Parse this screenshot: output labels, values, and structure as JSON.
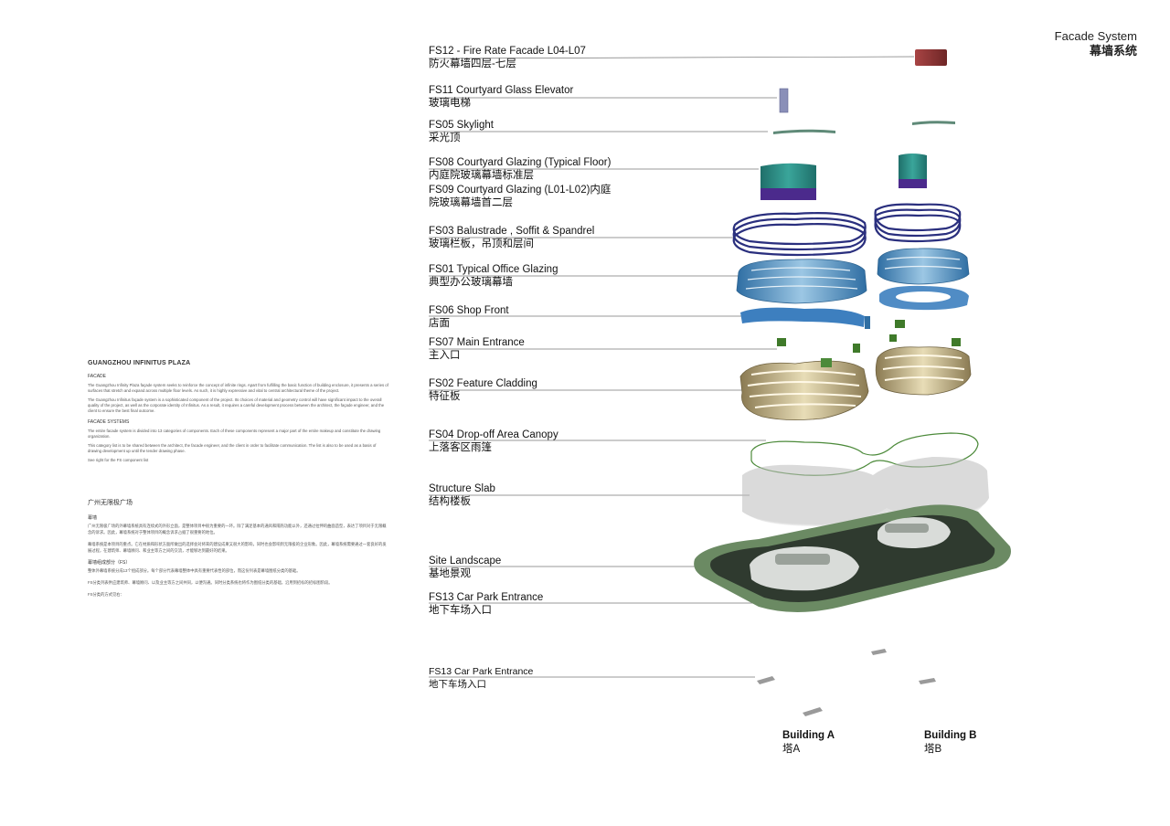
{
  "header": {
    "title_en": "Facade System",
    "title_cn": "幕墙系统"
  },
  "intro": {
    "project_title": "GUANGZHOU INFINITUS PLAZA",
    "facade_heading": "FACADE",
    "p1": "The Guangzhou Infinity Plaza façade system seeks to reinforce the concept of infinite rings.  Apart from fulfilling the basic function of building enclosure, it presents a series of surfaces that stretch and expand across multiple floor levels.  As such, it is highly expressive and vital to central architectural theme of the project.",
    "p2": "The Guangzhou Infinitus façade system is a sophisticated component of the project.  Its choices of material and geometry control will have significant impact to the overall quality of the project, as well as the corporate identity of Infinitus.  As a result, it requires a careful development process between the architect, the façade engineer, and the client to ensure the best final outcome.",
    "systems_heading": "FACADE SYSTEMS",
    "p3": "The entire facade system is divided into 13 categories of components.  Each of these components represent a major part of the entire makeup and constitute the drawing organization.",
    "p4": "This category list is to be shared between the architect, the facade engineer, and the client in order to facilitate communication.  The list is also to be used as a basis of drawing development up until the tender drawing phase.",
    "p5": "See right for the FS component list",
    "cn_title": "广州无限极广场",
    "cn_heading": "幕墙",
    "cn_p1": "广州无限极广场的外幕墙系统具有连续式的外形立面，是整体项目中很为重要的一环。除了满足基本的通风和隔热功能以外，还通过拉伸的曲面造型，表达了项目对于无限概念的诉求。因此，幕墙系统对于整体项目的概念诉求占据了很重要的地位。",
    "cn_p2": "幕墙系统是本项目的重点。它在材质和形状方面所做出的选择会对将来的建设成果又很大的影响，同时也会影响到无限极的企业形象。因此，幕墙系统需要通过一套良好的发展过程，在建筑师、幕墙顾问、和业主等方之间的交流，才能够达到最好的结果。",
    "cn_heading2": "幕墙组成部分（FS）",
    "cn_p3": "整体外幕墙系统分成13个组成部分。每个部分代表幕墙整体中具有重要代表性的部位，而这份列表是幕墙图纸分类的基础。",
    "cn_p4": "FS分类列表供应建筑师、幕墙顾问、以及业主等方之间共同，以便沟通。同时分类系统也将作为图纸分类的基础，沿用到招标的招标图阶段。",
    "cn_p5": "FS分类的方式见右："
  },
  "components": [
    {
      "en": "FS12 - Fire Rate Facade L04-L07",
      "cn": "防火幕墙四层-七层"
    },
    {
      "en": "FS11 Courtyard Glass Elevator",
      "cn": "玻璃电梯"
    },
    {
      "en": "FS05 Skylight",
      "cn": "采光顶"
    },
    {
      "en": "FS08 Courtyard Glazing (Typical Floor)",
      "cn": "内庭院玻璃幕墙标准层"
    },
    {
      "en": "FS09 Courtyard Glazing (L01-L02)内庭",
      "cn": "院玻璃幕墙首二层"
    },
    {
      "en": "FS03 Balustrade , Soffit & Spandrel",
      "cn": "玻璃栏板，吊顶和层间"
    },
    {
      "en": "FS01 Typical Office Glazing",
      "cn": "典型办公玻璃幕墙"
    },
    {
      "en": "FS06 Shop Front",
      "cn": "店面"
    },
    {
      "en": "FS07 Main Entrance",
      "cn": "主入口"
    },
    {
      "en": "FS02  Feature Cladding",
      "cn": "特征板"
    },
    {
      "en": "FS04 Drop-off Area Canopy",
      "cn": "上落客区雨篷"
    },
    {
      "en": "Structure Slab",
      "cn": "结构楼板"
    },
    {
      "en": "Site Landscape",
      "cn": "基地景观"
    },
    {
      "en": "FS13 Car Park Entrance",
      "cn": "地下车场入口"
    },
    {
      "en": "FS13  Car Park Entrance",
      "cn": "地下车场入口"
    }
  ],
  "buildings": [
    {
      "en": "Building A",
      "cn": "塔A"
    },
    {
      "en": "Building B",
      "cn": "塔B"
    }
  ],
  "colors": {
    "fire_facade": "#8e3636",
    "elevator": "#8a8fb8",
    "skylight": "#5f8a78",
    "courtyard_glass": "#2f8f86",
    "courtyard_base": "#4b2a8c",
    "balustrade": "#2a2f7e",
    "office_glass": "#5a93c4",
    "shop_front": "#3d7fbf",
    "entrance": "#3f7a2a",
    "cladding": "#b5a277",
    "canopy": "#4c8a3a",
    "slab": "#b8b8b8",
    "landscape": "#6b8a63",
    "landscape_inner": "#d9dcd9"
  }
}
